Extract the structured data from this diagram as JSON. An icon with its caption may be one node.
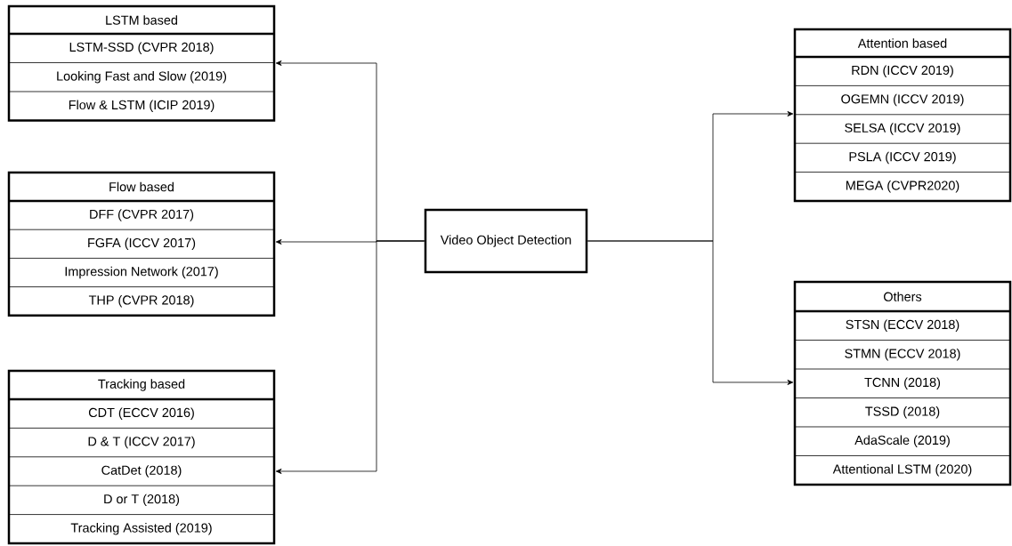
{
  "diagram": {
    "nodes": [
      {
        "text": [
          "LSTM based",
          "LSTM-SSD (CVPR 2018)",
          "Looking Fast and Slow (2019)",
          "Flow & LSTM (ICIP 2019)"
        ]
      },
      {
        "text": [
          "Flow based",
          "DFF (CVPR 2017)",
          "FGFA (ICCV 2017)",
          "Impression Network (2017)",
          "THP (CVPR 2018)"
        ]
      },
      {
        "text": [
          "Tracking based",
          "CDT (ECCV 2016)",
          "D & T (ICCV 2017)",
          "CatDet (2018)",
          "D or T (2018)",
          "Tracking Assisted (2019)"
        ]
      },
      {
        "text": [
          "Video Object Detection"
        ]
      },
      {
        "text": [
          "Attention based",
          "RDN (ICCV 2019)",
          "OGEMN (ICCV 2019)",
          "SELSA (ICCV 2019)",
          "PSLA (ICCV 2019)",
          "MEGA (CVPR2020)"
        ]
      },
      {
        "text": [
          "Others",
          "STSN (ECCV 2018)",
          "STMN (ECCV 2018)",
          "TCNN (2018)",
          "TSSD (2018)",
          "AdaScale (2019)",
          "Attentional LSTM (2020)"
        ]
      }
    ],
    "edges": [
      {
        "from": 3,
        "to": 0,
        "arrow": "to"
      },
      {
        "from": 3,
        "to": 1,
        "arrow": "to"
      },
      {
        "from": 3,
        "to": 2,
        "arrow": "to"
      },
      {
        "from": 3,
        "to": 4,
        "arrow": "to"
      },
      {
        "from": 3,
        "to": 5,
        "arrow": "to"
      }
    ]
  }
}
